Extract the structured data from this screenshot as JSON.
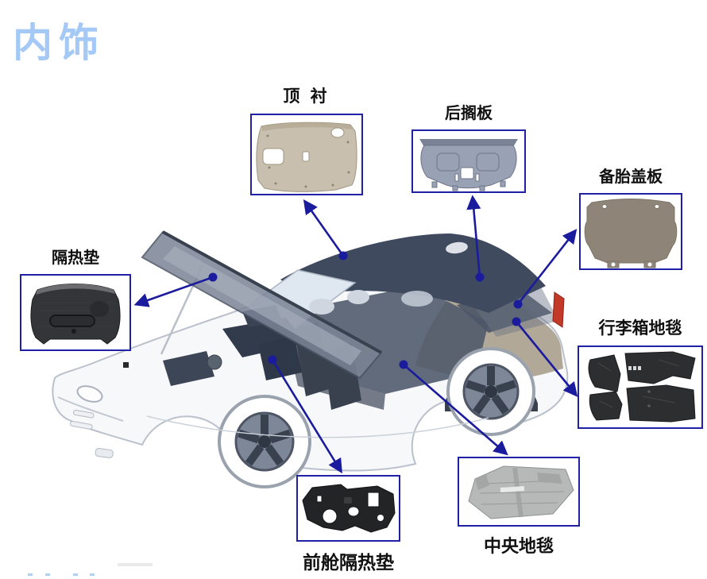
{
  "page": {
    "title": "内饰"
  },
  "colors": {
    "title-blue": "#a4c9f7",
    "arrow-navy": "#1b1b9e",
    "box-border": "#2121a8",
    "c-headliner": "#c9bfae",
    "c-rearshelf": "#99a2b4",
    "c-sparecover": "#8e8578",
    "c-insulation": "#343538",
    "c-trunkcarpet": "#2c2e2f",
    "c-frontpad": "#222426",
    "c-centercarpet": "#b7b9b8",
    "c-car-roof": "#3f4a5f",
    "c-car-trunk": "#b2a898",
    "c-taillight": "#c23a27"
  },
  "callouts": {
    "headliner": {
      "label": "顶 衬"
    },
    "rear_shelf": {
      "label": "后搁板"
    },
    "spare_tire_cover": {
      "label": "备胎盖板"
    },
    "hood_insulation": {
      "label": "隔热垫"
    },
    "trunk_carpet": {
      "label": "行李箱地毯"
    },
    "front_insulation": {
      "label": "前舱隔热垫"
    },
    "center_carpet": {
      "label": "中央地毯"
    }
  }
}
